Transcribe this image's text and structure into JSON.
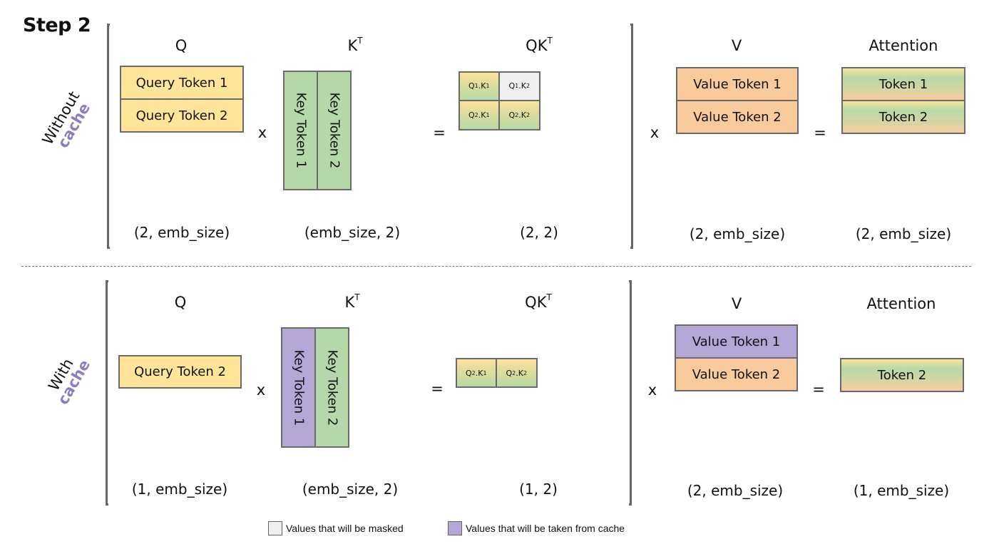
{
  "title": "Step 2",
  "colors": {
    "query": "#ffe599",
    "key": "#b6d7a8",
    "value": "#f9cb9c",
    "cache": "#b4a7d6",
    "masked": "#efefef",
    "cache_label": "#8e7cc3"
  },
  "top": {
    "label_word": "Without",
    "label_cache": "cache",
    "headers": {
      "q": "Q",
      "kt": "K",
      "kt_sup": "T",
      "qkt": "QK",
      "qkt_sup": "T",
      "v": "V",
      "attention": "Attention"
    },
    "q_rows": [
      "Query Token 1",
      "Query Token 2"
    ],
    "k_cols": [
      "Key Token 1",
      "Key Token 2"
    ],
    "qk_cells": [
      {
        "q": "Q",
        "qi": "1",
        "k": "K",
        "ki": "1",
        "state": "computed"
      },
      {
        "q": "Q",
        "qi": "1",
        "k": "K",
        "ki": "2",
        "state": "masked"
      },
      {
        "q": "Q",
        "qi": "2",
        "k": "K",
        "ki": "1",
        "state": "computed"
      },
      {
        "q": "Q",
        "qi": "2",
        "k": "K",
        "ki": "2",
        "state": "computed"
      }
    ],
    "v_rows": [
      "Value Token 1",
      "Value Token 2"
    ],
    "attn_rows": [
      "Token 1",
      "Token 2"
    ],
    "dims": {
      "q": "(2, emb_size)",
      "kt": "(emb_size, 2)",
      "qkt": "(2, 2)",
      "v": "(2, emb_size)",
      "attention": "(2, emb_size)"
    },
    "ops": {
      "mul1": "x",
      "eq1": "=",
      "mul2": "x",
      "eq2": "="
    }
  },
  "bottom": {
    "label_word": "With",
    "label_cache": "cache",
    "headers": {
      "q": "Q",
      "kt": "K",
      "kt_sup": "T",
      "qkt": "QK",
      "qkt_sup": "T",
      "v": "V",
      "attention": "Attention"
    },
    "q_rows": [
      "Query Token 2"
    ],
    "k_cols": [
      {
        "label": "Key Token 1",
        "source": "cache"
      },
      {
        "label": "Key Token 2",
        "source": "computed"
      }
    ],
    "qk_cells": [
      {
        "q": "Q",
        "qi": "2",
        "k": "K",
        "ki": "1",
        "state": "computed"
      },
      {
        "q": "Q",
        "qi": "2",
        "k": "K",
        "ki": "2",
        "state": "computed"
      }
    ],
    "v_rows": [
      {
        "label": "Value Token 1",
        "source": "cache"
      },
      {
        "label": "Value Token 2",
        "source": "computed"
      }
    ],
    "attn_rows": [
      "Token 2"
    ],
    "dims": {
      "q": "(1, emb_size)",
      "kt": "(emb_size, 2)",
      "qkt": "(1, 2)",
      "v": "(2, emb_size)",
      "attention": "(1, emb_size)"
    },
    "ops": {
      "mul1": "x",
      "eq1": "=",
      "mul2": "x",
      "eq2": "="
    }
  },
  "legend": {
    "masked": "Values that will be masked",
    "cache": "Values that will be taken from cache"
  }
}
